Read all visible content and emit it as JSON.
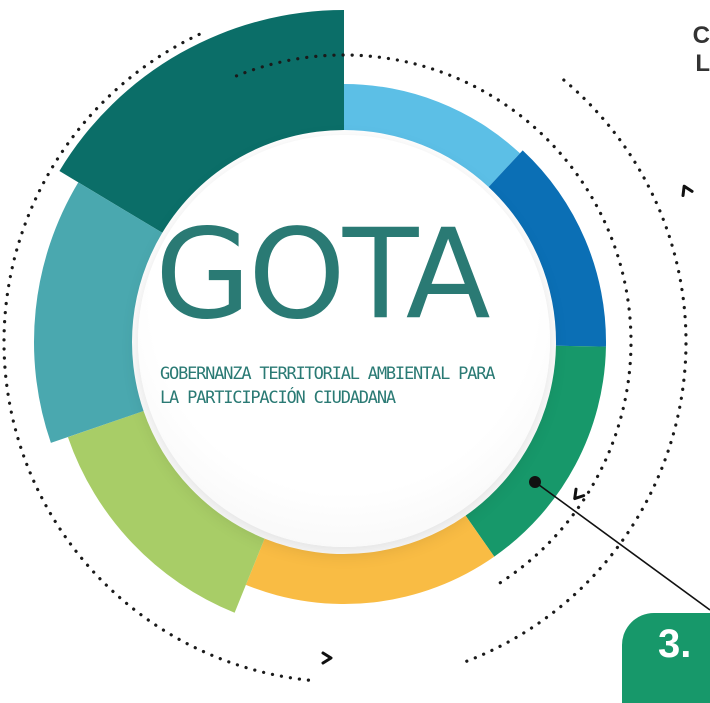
{
  "logo": {
    "title": "GOTA",
    "subtitle_line1": "GOBERNANZA TERRITORIAL AMBIENTAL PARA",
    "subtitle_line2": "LA PARTICIPACIÓN CIUDADANA"
  },
  "corner_fragment": {
    "line1": "C",
    "line2": "L"
  },
  "step_badge": {
    "number": "3."
  },
  "ring_segments": [
    {
      "name": "dark-teal",
      "color": "#0b6e68"
    },
    {
      "name": "light-blue",
      "color": "#5cbfe6"
    },
    {
      "name": "dark-blue",
      "color": "#0b6fb5"
    },
    {
      "name": "green",
      "color": "#17986a"
    },
    {
      "name": "yellow",
      "color": "#f9bc44"
    },
    {
      "name": "lime",
      "color": "#a8cd67"
    },
    {
      "name": "light-teal",
      "color": "#4aa8af"
    }
  ],
  "colors": {
    "brand_text": "#2a7a74",
    "badge": "#17986a",
    "dots": "#1a1a1a"
  }
}
